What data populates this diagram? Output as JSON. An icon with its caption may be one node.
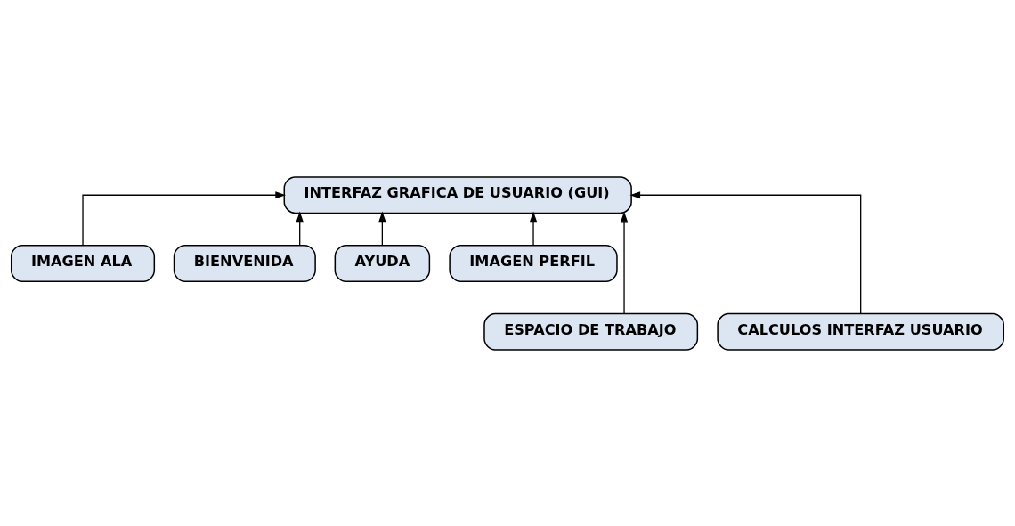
{
  "diagram": {
    "nodes": [
      {
        "text": [
          "INTERFAZ GRAFICA DE USUARIO (GUI)"
        ]
      },
      {
        "text": [
          "IMAGEN ALA"
        ]
      },
      {
        "text": [
          "BIENVENIDA"
        ]
      },
      {
        "text": [
          "AYUDA"
        ]
      },
      {
        "text": [
          "IMAGEN PERFIL"
        ]
      },
      {
        "text": [
          "ESPACIO DE TRABAJO"
        ]
      },
      {
        "text": [
          "CALCULOS INTERFAZ USUARIO"
        ]
      }
    ],
    "edges": [
      {
        "from": 1,
        "to": 0,
        "arrow": "to"
      },
      {
        "from": 2,
        "to": 0,
        "arrow": "to"
      },
      {
        "from": 3,
        "to": 0,
        "arrow": "to"
      },
      {
        "from": 4,
        "to": 0,
        "arrow": "to"
      },
      {
        "from": 5,
        "to": 0,
        "arrow": "to"
      },
      {
        "from": 6,
        "to": 0,
        "arrow": "to"
      }
    ]
  }
}
